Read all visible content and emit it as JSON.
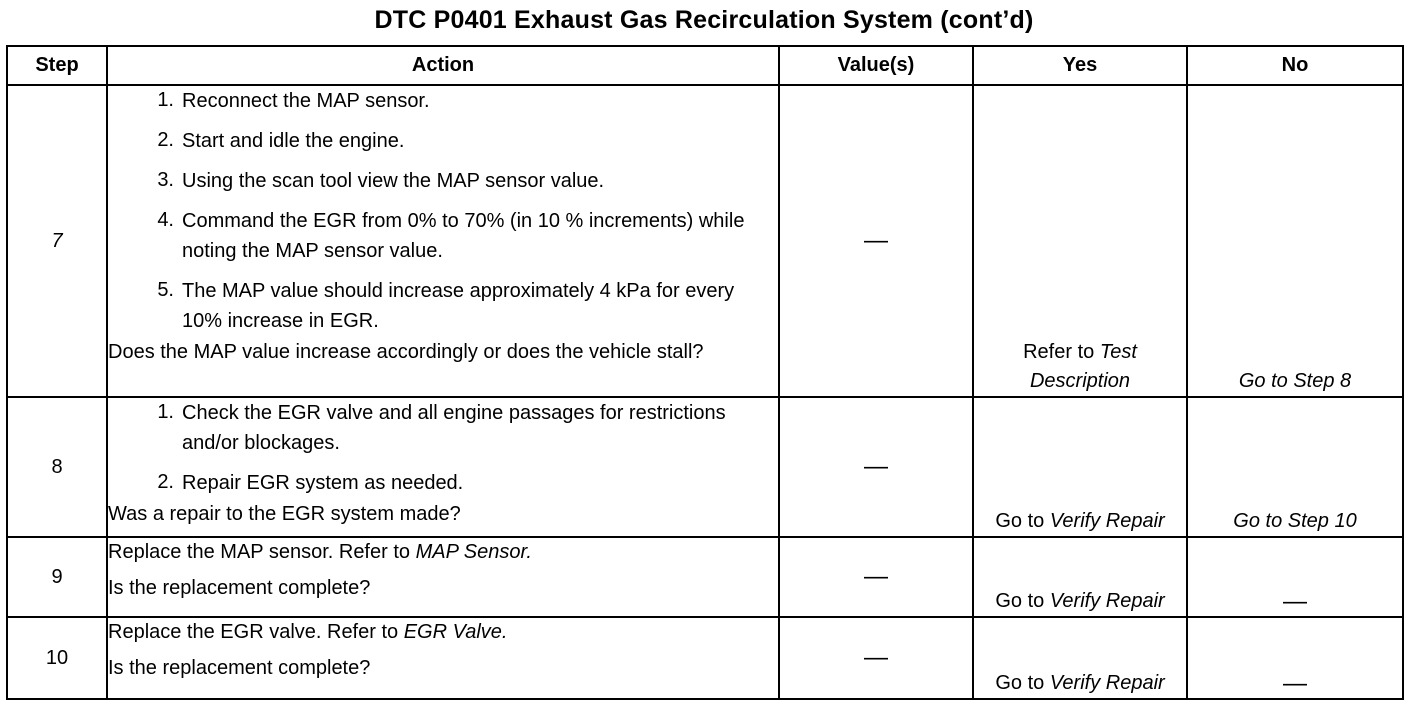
{
  "title": "DTC P0401 Exhaust Gas Recirculation System (cont’d)",
  "columns": {
    "step": "Step",
    "action": "Action",
    "values": "Value(s)",
    "yes": "Yes",
    "no": "No"
  },
  "rows": [
    {
      "step": "7",
      "steps": [
        {
          "n": "1.",
          "text": "Reconnect the MAP sensor."
        },
        {
          "n": "2.",
          "text": "Start and idle the engine."
        },
        {
          "n": "3.",
          "text": "Using the scan tool view the MAP sensor value."
        },
        {
          "n": "4.",
          "text": "Command the EGR from 0% to 70% (in 10 % increments) while noting the MAP sensor value."
        },
        {
          "n": "5.",
          "text": "The MAP value should increase approximately 4 kPa for every 10% increase in EGR."
        }
      ],
      "question": "Does the MAP value increase accordingly or does the vehicle stall?",
      "value": "—",
      "yes_prefix": "Refer to",
      "yes_ref": "Test Description",
      "no": "Go to Step 8"
    },
    {
      "step": "8",
      "steps": [
        {
          "n": "1.",
          "text": "Check the EGR valve and all engine passages for restrictions and/or blockages."
        },
        {
          "n": "2.",
          "text": "Repair EGR system as needed."
        }
      ],
      "question": "Was a repair to the EGR system made?",
      "value": "—",
      "yes_prefix": "Go to",
      "yes_ref": "Verify Repair",
      "no": "Go to Step 10"
    },
    {
      "step": "9",
      "line_prefix": "Replace the MAP sensor. Refer to",
      "line_ref": "MAP Sensor.",
      "question": "Is the replacement complete?",
      "value": "—",
      "yes_prefix": "Go to",
      "yes_ref": "Verify Repair",
      "no": "—"
    },
    {
      "step": "10",
      "line_prefix": "Replace the EGR valve. Refer to",
      "line_ref": "EGR Valve.",
      "question": "Is the replacement complete?",
      "value": "—",
      "yes_prefix": "Go to",
      "yes_ref": "Verify Repair",
      "no": "—"
    }
  ]
}
